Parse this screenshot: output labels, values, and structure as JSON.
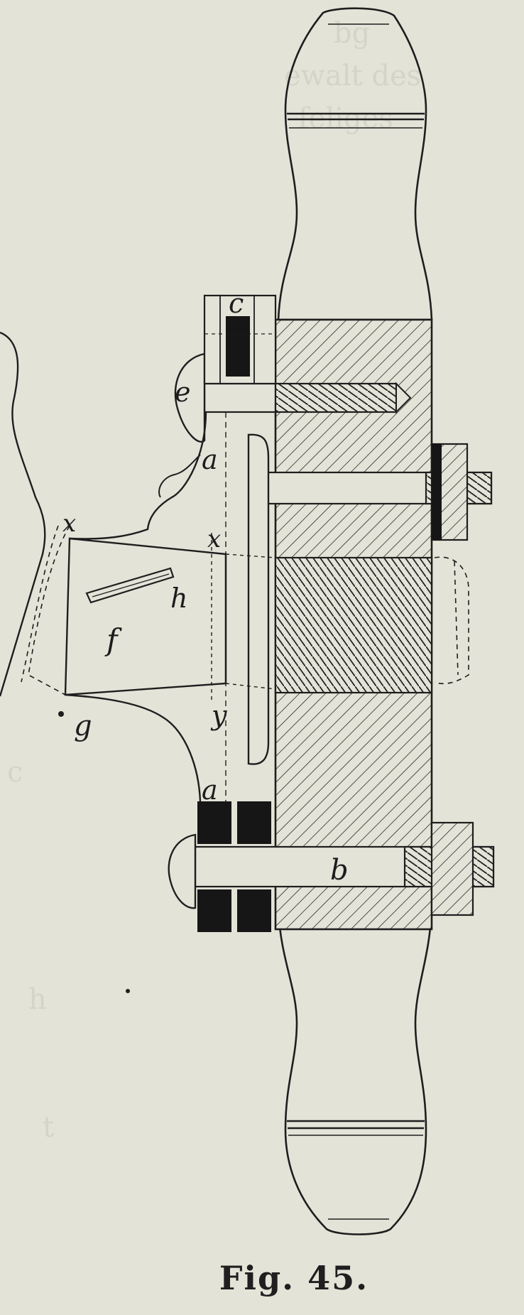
{
  "figure": {
    "caption": "Fig. 45.",
    "labels": {
      "a_top": "a",
      "a_bottom": "a",
      "b": "b",
      "c": "c",
      "e": "e",
      "f": "f",
      "g": "g",
      "h": "h",
      "x_left": "x",
      "x_right": "x",
      "y": "y"
    }
  }
}
